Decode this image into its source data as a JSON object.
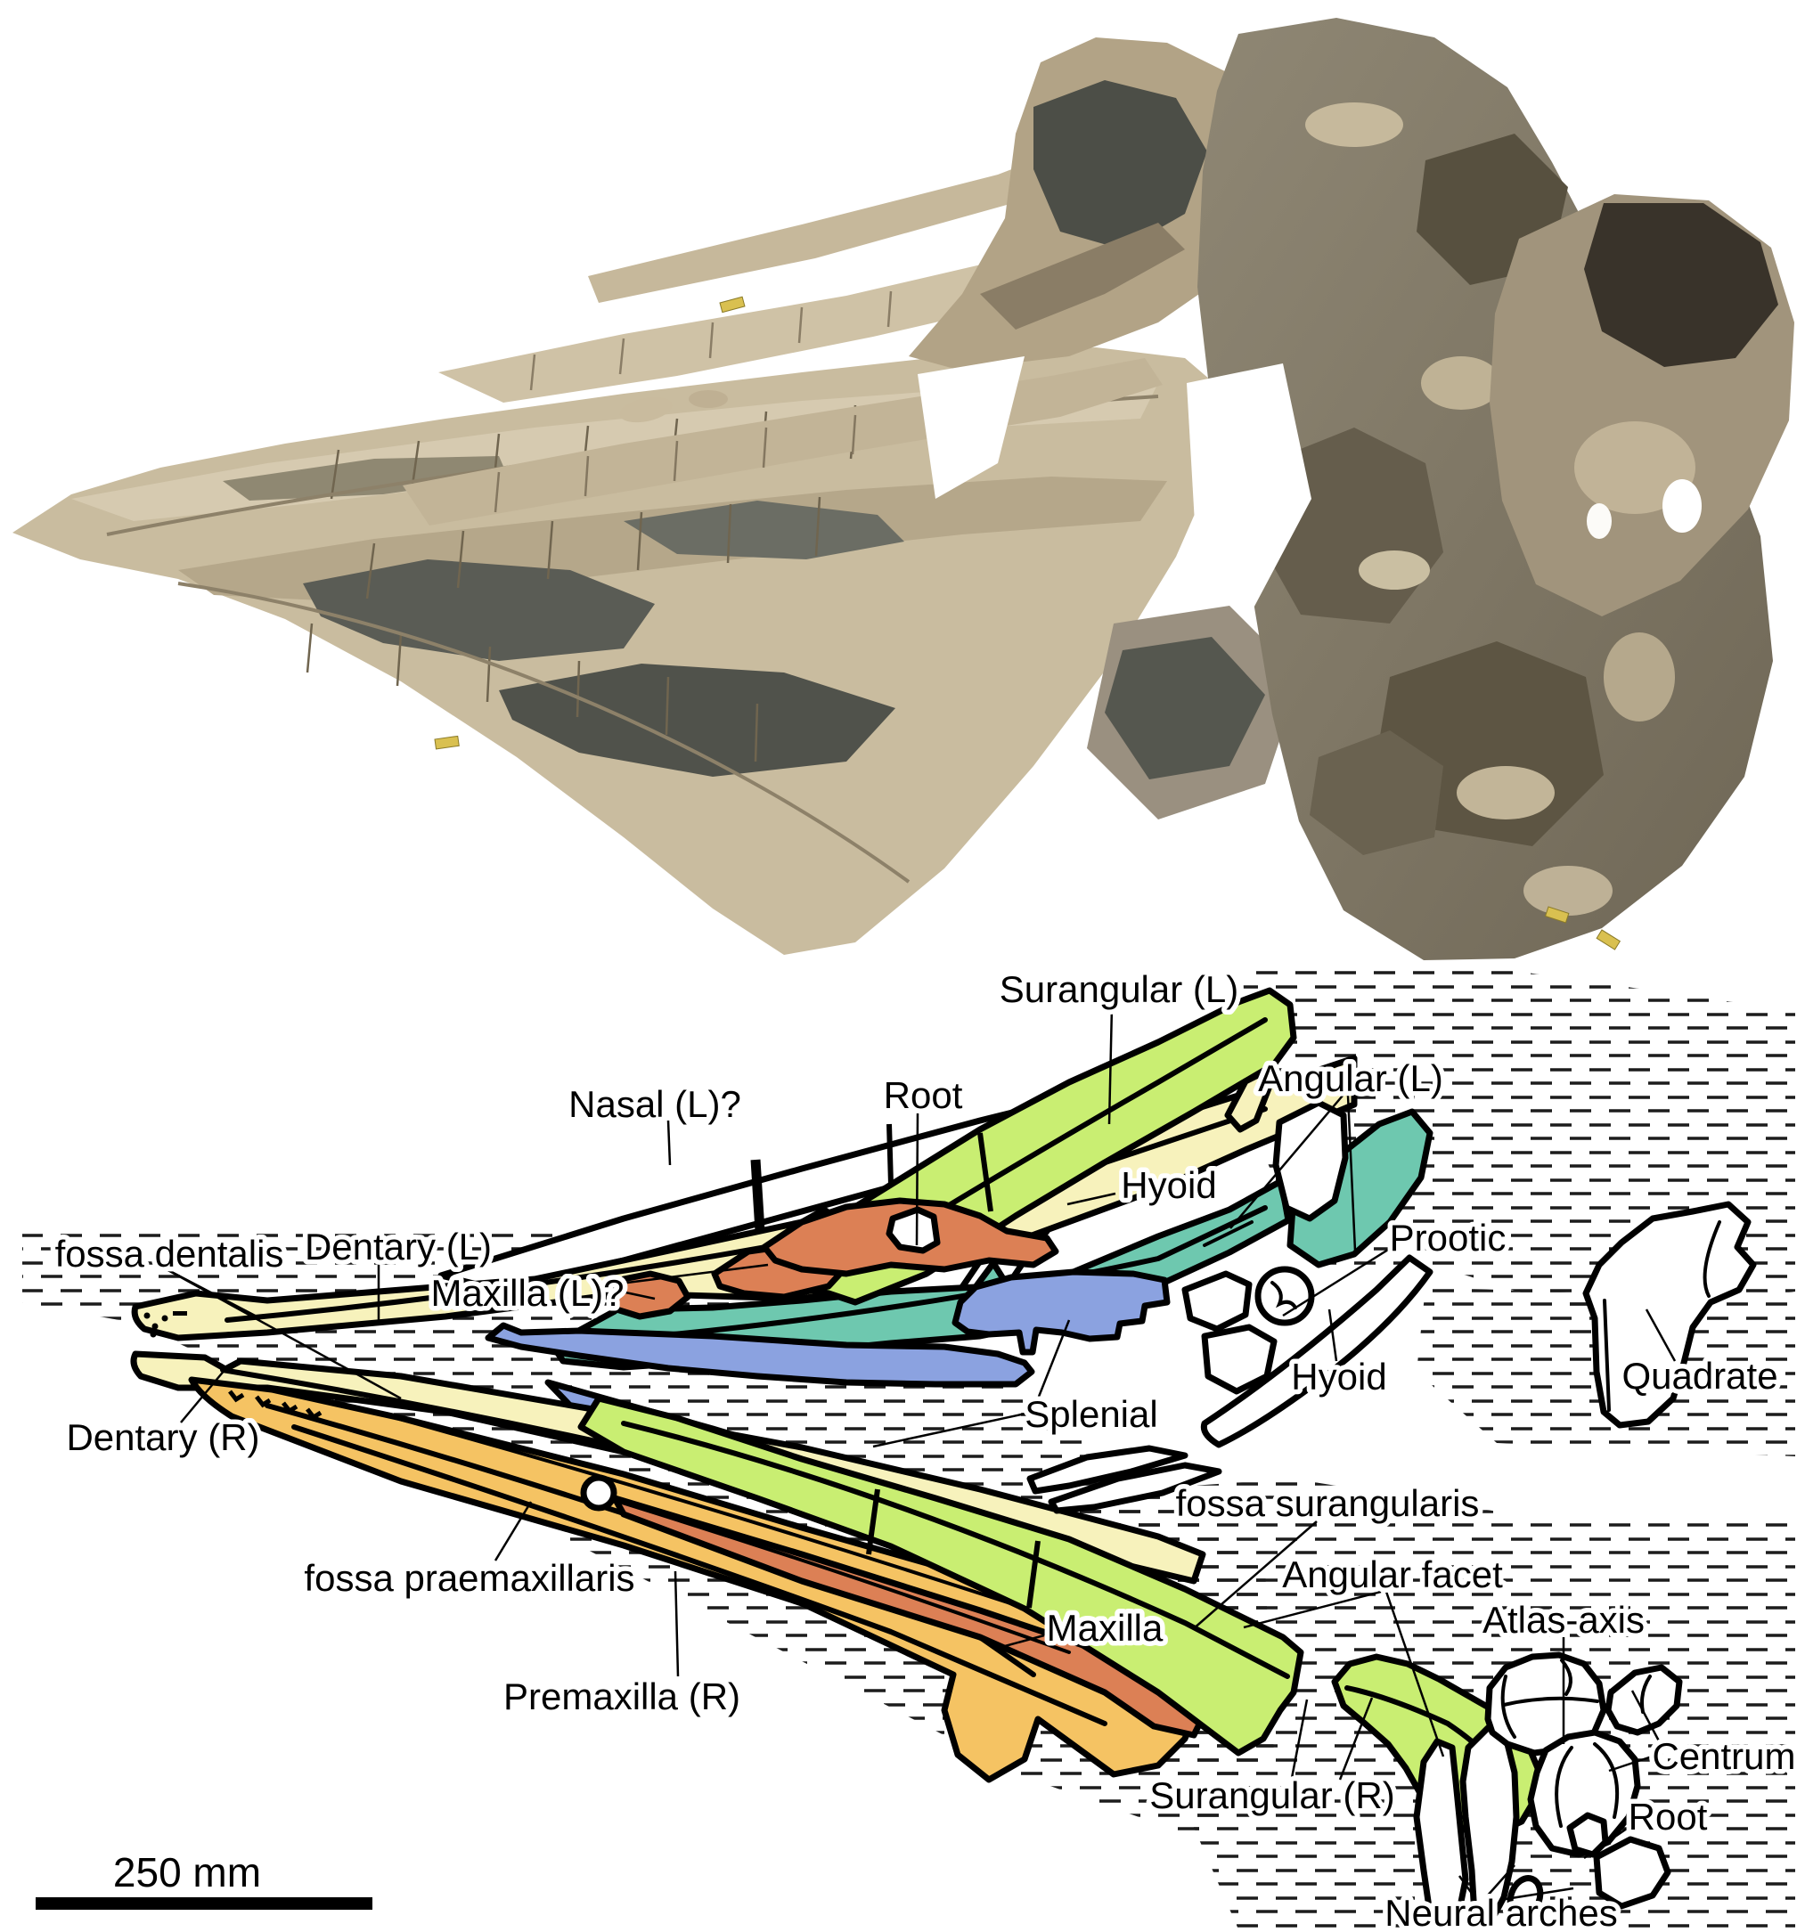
{
  "figure": {
    "type": "fossil specimen photograph with interpretive line drawing",
    "labels": {
      "surangular_l": {
        "text": "Surangular (L)"
      },
      "root_upper": {
        "text": "Root"
      },
      "angular_l": {
        "text": "Angular (L)"
      },
      "nasal_l": {
        "text": "Nasal (L)?"
      },
      "hyoid_upper": {
        "text": "Hyoid"
      },
      "maxilla_l": {
        "text": "Maxilla (L)?"
      },
      "prootic": {
        "text": "Prootic"
      },
      "fossa_dentalis": {
        "text": "fossa dentalis"
      },
      "dentary_l": {
        "text": "Dentary (L)"
      },
      "hyoid_lower": {
        "text": "Hyoid"
      },
      "quadrate": {
        "text": "Quadrate"
      },
      "splenial": {
        "text": "Splenial"
      },
      "dentary_r": {
        "text": "Dentary (R)"
      },
      "fossa_surangularis": {
        "text": "fossa surangularis"
      },
      "angular_facet": {
        "text": "Angular facet"
      },
      "atlas_axis": {
        "text": "Atlas-axis"
      },
      "fossa_praemaxillaris": {
        "text": "fossa praemaxillaris"
      },
      "maxilla": {
        "text": "Maxilla"
      },
      "centrum": {
        "text": "Centrum"
      },
      "premaxilla_r": {
        "text": "Premaxilla (R)"
      },
      "surangular_r": {
        "text": "Surangular (R)"
      },
      "root_lower": {
        "text": "Root"
      },
      "neural_arches": {
        "text": "Neural arches"
      }
    },
    "scale_bar": {
      "label": "250 mm"
    },
    "colors": {
      "dentary": "#F7F2BC",
      "premaxilla": "#F5C363",
      "surangular": "#C9EE72",
      "angular": "#6EC8AF",
      "splenial": "#8BA2E0",
      "maxilla": "#DC8055",
      "outline": "#000000",
      "background": "#FFFFFF",
      "bone_photo": "#C9BC9F",
      "matrix_photo": "#867E6B"
    }
  }
}
